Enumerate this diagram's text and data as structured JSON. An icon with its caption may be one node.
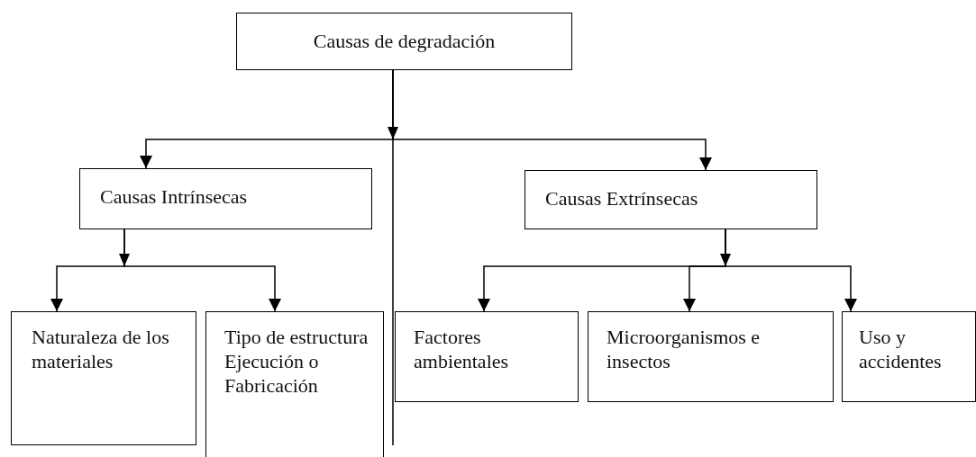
{
  "diagram": {
    "nodes": [
      {
        "text": [
          "Causas de degradación"
        ]
      },
      {
        "text": [
          "Causas Intrínsecas"
        ]
      },
      {
        "text": [
          "Causas Extrínsecas"
        ]
      },
      {
        "text": [
          "Naturaleza de los materiales"
        ]
      },
      {
        "text": [
          "Tipo de estructura Ejecución o Fabricación"
        ]
      },
      {
        "text": [
          "Factores ambientales"
        ]
      },
      {
        "text": [
          "Microorganismos e insectos"
        ]
      },
      {
        "text": [
          "Uso y accidentes"
        ]
      }
    ],
    "edges": [
      {
        "from": 0,
        "to": 1,
        "arrow": "to"
      },
      {
        "from": 0,
        "to": 2,
        "arrow": "to"
      },
      {
        "from": 1,
        "to": 3,
        "arrow": "to"
      },
      {
        "from": 1,
        "to": 4,
        "arrow": "to"
      },
      {
        "from": 2,
        "to": 5,
        "arrow": "to"
      },
      {
        "from": 2,
        "to": 6,
        "arrow": "to"
      },
      {
        "from": 2,
        "to": 7,
        "arrow": "to"
      }
    ]
  }
}
